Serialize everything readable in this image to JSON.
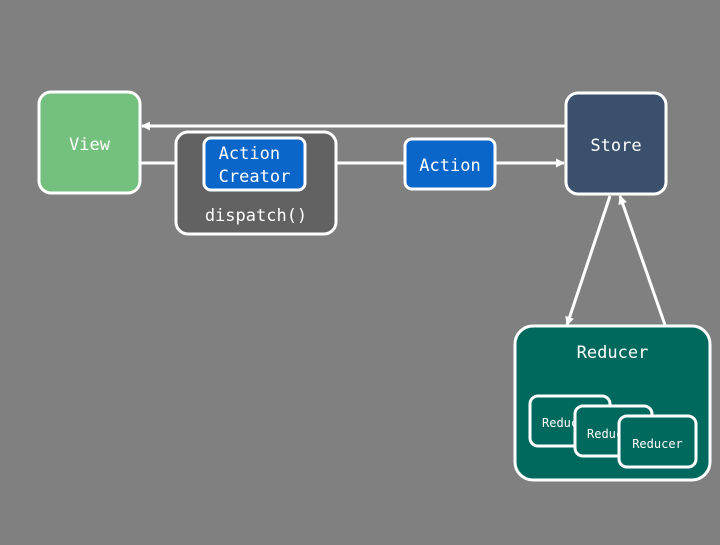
{
  "diagram": {
    "background": "#808080",
    "colors": {
      "view": "#74c17f",
      "store": "#3a506d",
      "dispatch": "#626262",
      "action": "#0a66c8",
      "reducer": "#00695e",
      "stroke": "#ffffff",
      "text": "#ffffff"
    },
    "nodes": {
      "view": {
        "label": "View"
      },
      "store": {
        "label": "Store"
      },
      "dispatch": {
        "label": "dispatch()"
      },
      "action_creator": {
        "line1": "Action",
        "line2": "Creator"
      },
      "action": {
        "label": "Action"
      },
      "reducer_group": {
        "label": "Reducer"
      },
      "reducers": [
        {
          "label": "Reducer"
        },
        {
          "label": "Reducer"
        },
        {
          "label": "Reducer"
        }
      ]
    }
  }
}
